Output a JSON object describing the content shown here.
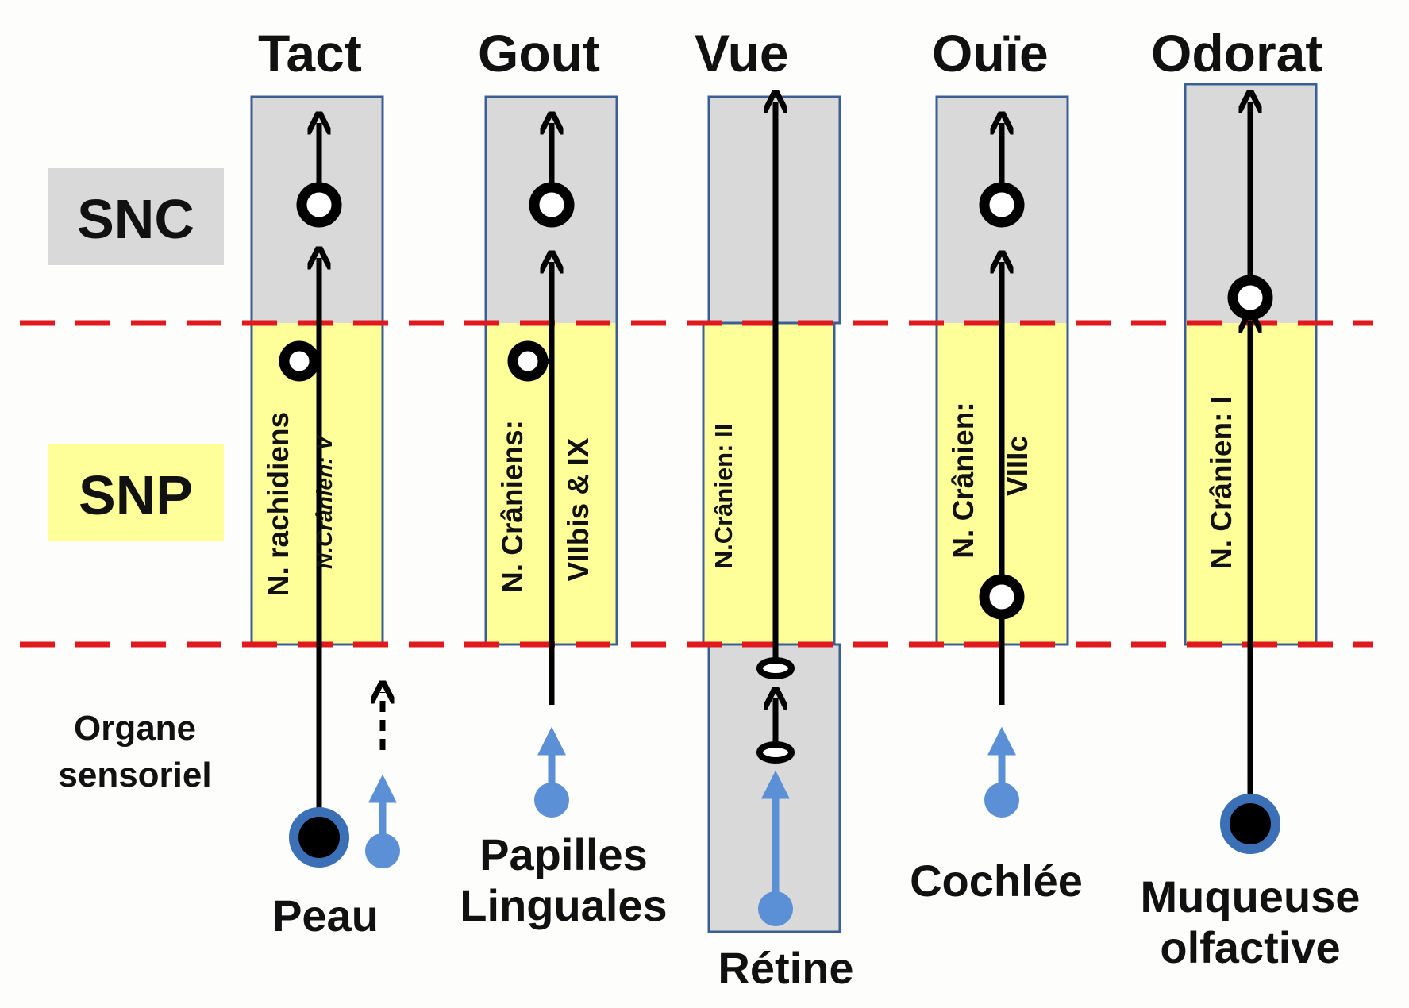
{
  "levels": {
    "snc": "SNC",
    "snp": "SNP",
    "organ_line1": "Organe",
    "organ_line2": "sensoriel"
  },
  "senses": [
    {
      "title": "Tact",
      "nerve_main": "N. rachidiens",
      "nerve_alt": "N.Crânien: V",
      "organ_line1": "Peau",
      "organ_line2": ""
    },
    {
      "title": "Gout",
      "nerve_main": "N. Crâniens:",
      "nerve_alt": "VIIbis & IX",
      "organ_line1": "Papilles",
      "organ_line2": "Linguales"
    },
    {
      "title": "Vue",
      "nerve_main": "N.Crânien: II",
      "nerve_alt": "",
      "organ_line1": "Rétine",
      "organ_line2": ""
    },
    {
      "title": "Ouïe",
      "nerve_main": "N. Crânien:",
      "nerve_alt": "VIIIc",
      "organ_line1": "Cochlée",
      "organ_line2": ""
    },
    {
      "title": "Odorat",
      "nerve_main": "N. Crânien: I",
      "nerve_alt": "",
      "organ_line1": "Muqueuse",
      "organ_line2": "olfactive"
    }
  ],
  "colors": {
    "snc_fill": "#d9d9d9",
    "snp_fill": "#ffff99",
    "boundary_dash": "#e0191e",
    "column_border": "#3b5f94",
    "receptor_blue": "#5b8fd6",
    "neuron_black": "#000000"
  }
}
